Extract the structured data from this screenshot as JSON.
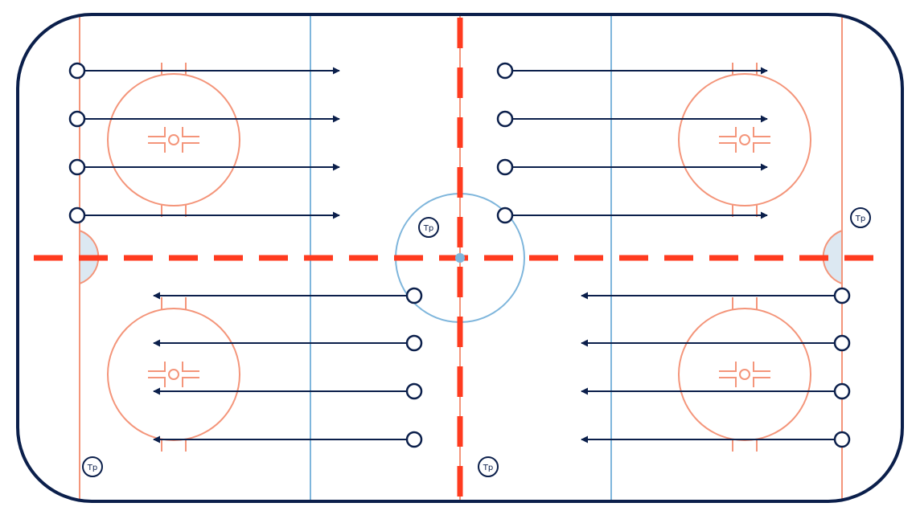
{
  "colors": {
    "board": "#0b1f4b",
    "ice": "#ffffff",
    "red_line": "#ff3b1f",
    "goal_line": "#f4957a",
    "circle": "#f4957a",
    "blue_line": "#7fb6dc",
    "crease_fill": "#dce8f2",
    "player": "#0b1f4b",
    "arrow": "#0b1f4b"
  },
  "icons": {
    "player": "circle-outline",
    "coach": "circled-text",
    "drill_path": "arrow-right"
  },
  "coach_label": "Tp",
  "coaches": [
    {
      "label": "Tp",
      "zone": "center-ice"
    },
    {
      "label": "Tp",
      "zone": "right-end"
    },
    {
      "label": "Tp",
      "zone": "left-end-bottom"
    },
    {
      "label": "Tp",
      "zone": "neutral-bottom"
    }
  ],
  "drill": {
    "rows_per_group": 4,
    "groups": [
      {
        "name": "top-left",
        "direction": "right"
      },
      {
        "name": "top-right",
        "direction": "right"
      },
      {
        "name": "bottom-left",
        "direction": "left"
      },
      {
        "name": "bottom-right",
        "direction": "left"
      }
    ]
  }
}
